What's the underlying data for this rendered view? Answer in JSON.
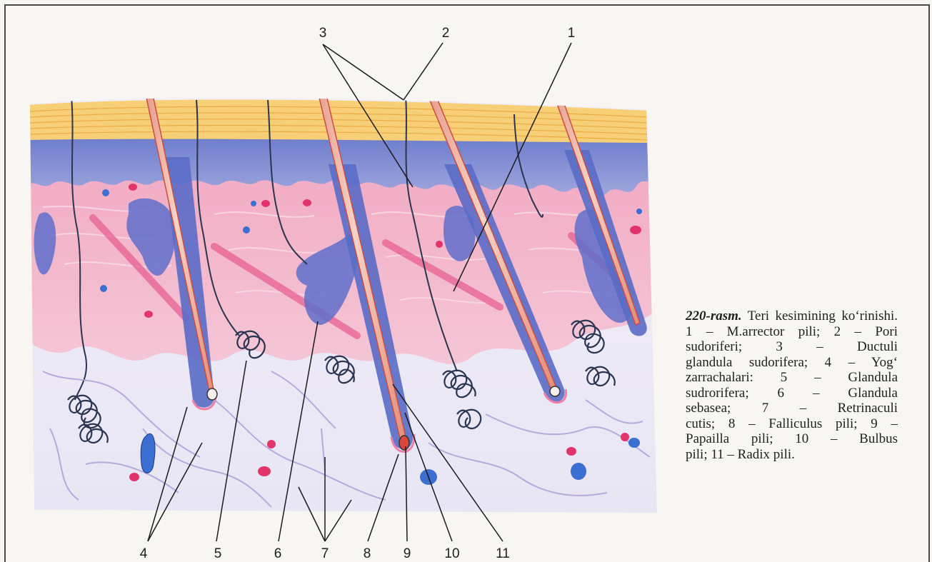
{
  "figure": {
    "number": "220-rasm.",
    "title": "Teri kesimining ko‘rinishi.",
    "legend_lines": [
      "1 – M.arrector pili; 2 – Pori",
      "sudoriferi; 3 – Ductuli",
      "glandula sudorifera; 4 – Yog‘",
      "zarrachalari: 5 – Glandula",
      "sudrorifera; 6 – Glandula",
      "sebasea; 7 – Retrinaculi",
      "cutis; 8 – Falliculus pili; 9 –",
      "Papailla pili; 10 – Bulbus",
      "pili; 11 – Radix pili."
    ]
  },
  "callouts": {
    "top": [
      "3",
      "2",
      "1"
    ],
    "bottom": [
      "4",
      "5",
      "6",
      "7",
      "8",
      "9",
      "10",
      "11"
    ]
  },
  "colors": {
    "stratum_corneum": "#f6c86a",
    "epidermis": "#7e86cf",
    "dermis": "#f2b4c9",
    "subcutis": "#eceaf6",
    "hair": "#e5837a",
    "gland": "#35425f",
    "vessel_blue": "#3b6fd1",
    "vessel_red": "#e2336b"
  }
}
